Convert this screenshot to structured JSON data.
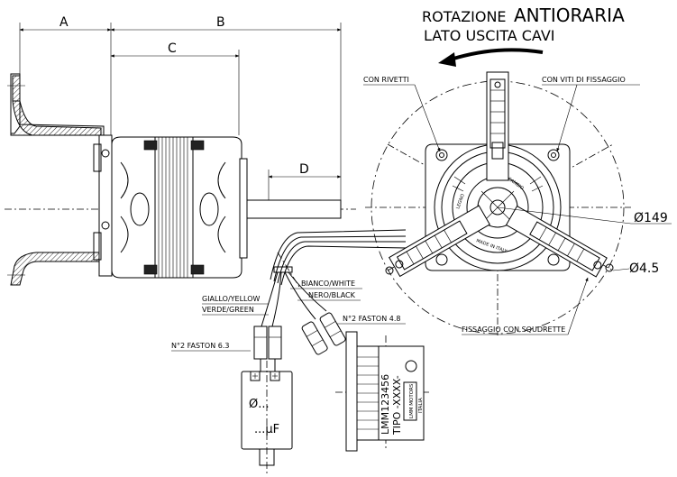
{
  "header": {
    "rotation_line1_prefix": "ROTAZIONE",
    "rotation_line1_word": "ANTIORARIA",
    "rotation_line2": "LATO USCITA CAVI"
  },
  "dimensions": {
    "a": "A",
    "b": "B",
    "c": "C",
    "d": "D",
    "diameter_149": "Ø149",
    "diameter_4_5": "Ø4.5"
  },
  "callouts": {
    "rivets": "CON RIVETTI",
    "screws": "CON VITI DI FISSAGGIO",
    "brackets": "FISSAGGIO CON SQUDRETTE"
  },
  "wires": {
    "yellow": "GIALLO/YELLOW",
    "green": "VERDE/GREEN",
    "white": "BIANCO/WHITE",
    "black": "NERO/BLACK",
    "faston_48": "N°2 FASTON 4.8",
    "faston_63": "N°2 FASTON 6.3"
  },
  "capacitor": {
    "symbol": "Ø...",
    "value": "...μF"
  },
  "label_plate": {
    "model": "LMM123456",
    "tipo": "TIPO -XXXX-",
    "brand": "LMM MOTORS",
    "country": "ITALIA"
  },
  "hub_marks": {
    "top": "CAMBIO",
    "left": "LEGNO",
    "bottom": "MADE IN ITALY"
  }
}
